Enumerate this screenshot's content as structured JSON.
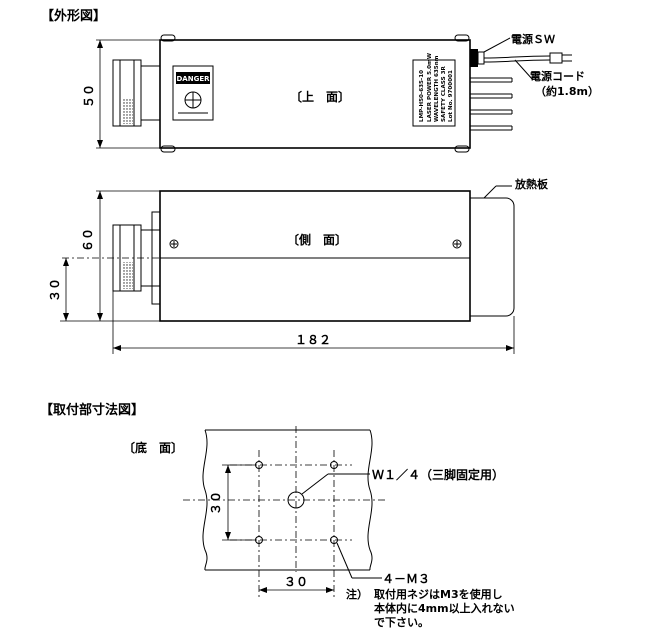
{
  "headings": {
    "outline": "【外形図】",
    "mounting": "【取付部寸法図】"
  },
  "views": {
    "top": "〔上　面〕",
    "side": "〔側　面〕",
    "bottom": "〔底　面〕"
  },
  "callouts": {
    "power_switch": "電源ＳＷ",
    "power_cord": "電源コード",
    "cord_length": "（約1.8m）",
    "heat_sink": "放熱板",
    "tripod_thread": "Ｗ１／４（三脚固定用）",
    "m3_holes": "４－Ｍ３"
  },
  "dimensions": {
    "top_height": "５０",
    "side_height": "６０",
    "side_lower": "３０",
    "overall_length": "１８２",
    "hole_vertical": "３０",
    "hole_horizontal": "３０"
  },
  "labels": {
    "warning": "DANGER",
    "nameplate": [
      "LMP-H50-635-10",
      "LASER POWER 5.0mW",
      "WAVELENGTH 635nm",
      "SAFETY CLASS 3R",
      "Lot No. 9700001"
    ]
  },
  "note": {
    "prefix": "注）",
    "lines": [
      "取付用ネジはM3を使用し",
      "本体内に4mm以上入れない",
      "で下さい。"
    ]
  }
}
